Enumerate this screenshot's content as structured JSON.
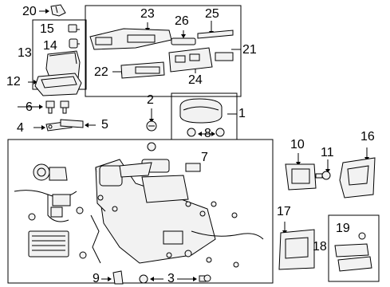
{
  "diagram": {
    "callouts": {
      "c1": "1",
      "c2": "2",
      "c3": "3",
      "c4": "4",
      "c5": "5",
      "c6": "6",
      "c7": "7",
      "c8": "8",
      "c9": "9",
      "c10": "10",
      "c11": "11",
      "c12": "12",
      "c13": "13",
      "c14": "14",
      "c15": "15",
      "c16": "16",
      "c17": "17",
      "c18": "18",
      "c19": "19",
      "c20": "20",
      "c21": "21",
      "c22": "22",
      "c23": "23",
      "c24": "24",
      "c25": "25",
      "c26": "26"
    },
    "colors": {
      "ink": "#000000",
      "paper": "#ffffff",
      "part_fill": "#f2f2f2"
    }
  }
}
